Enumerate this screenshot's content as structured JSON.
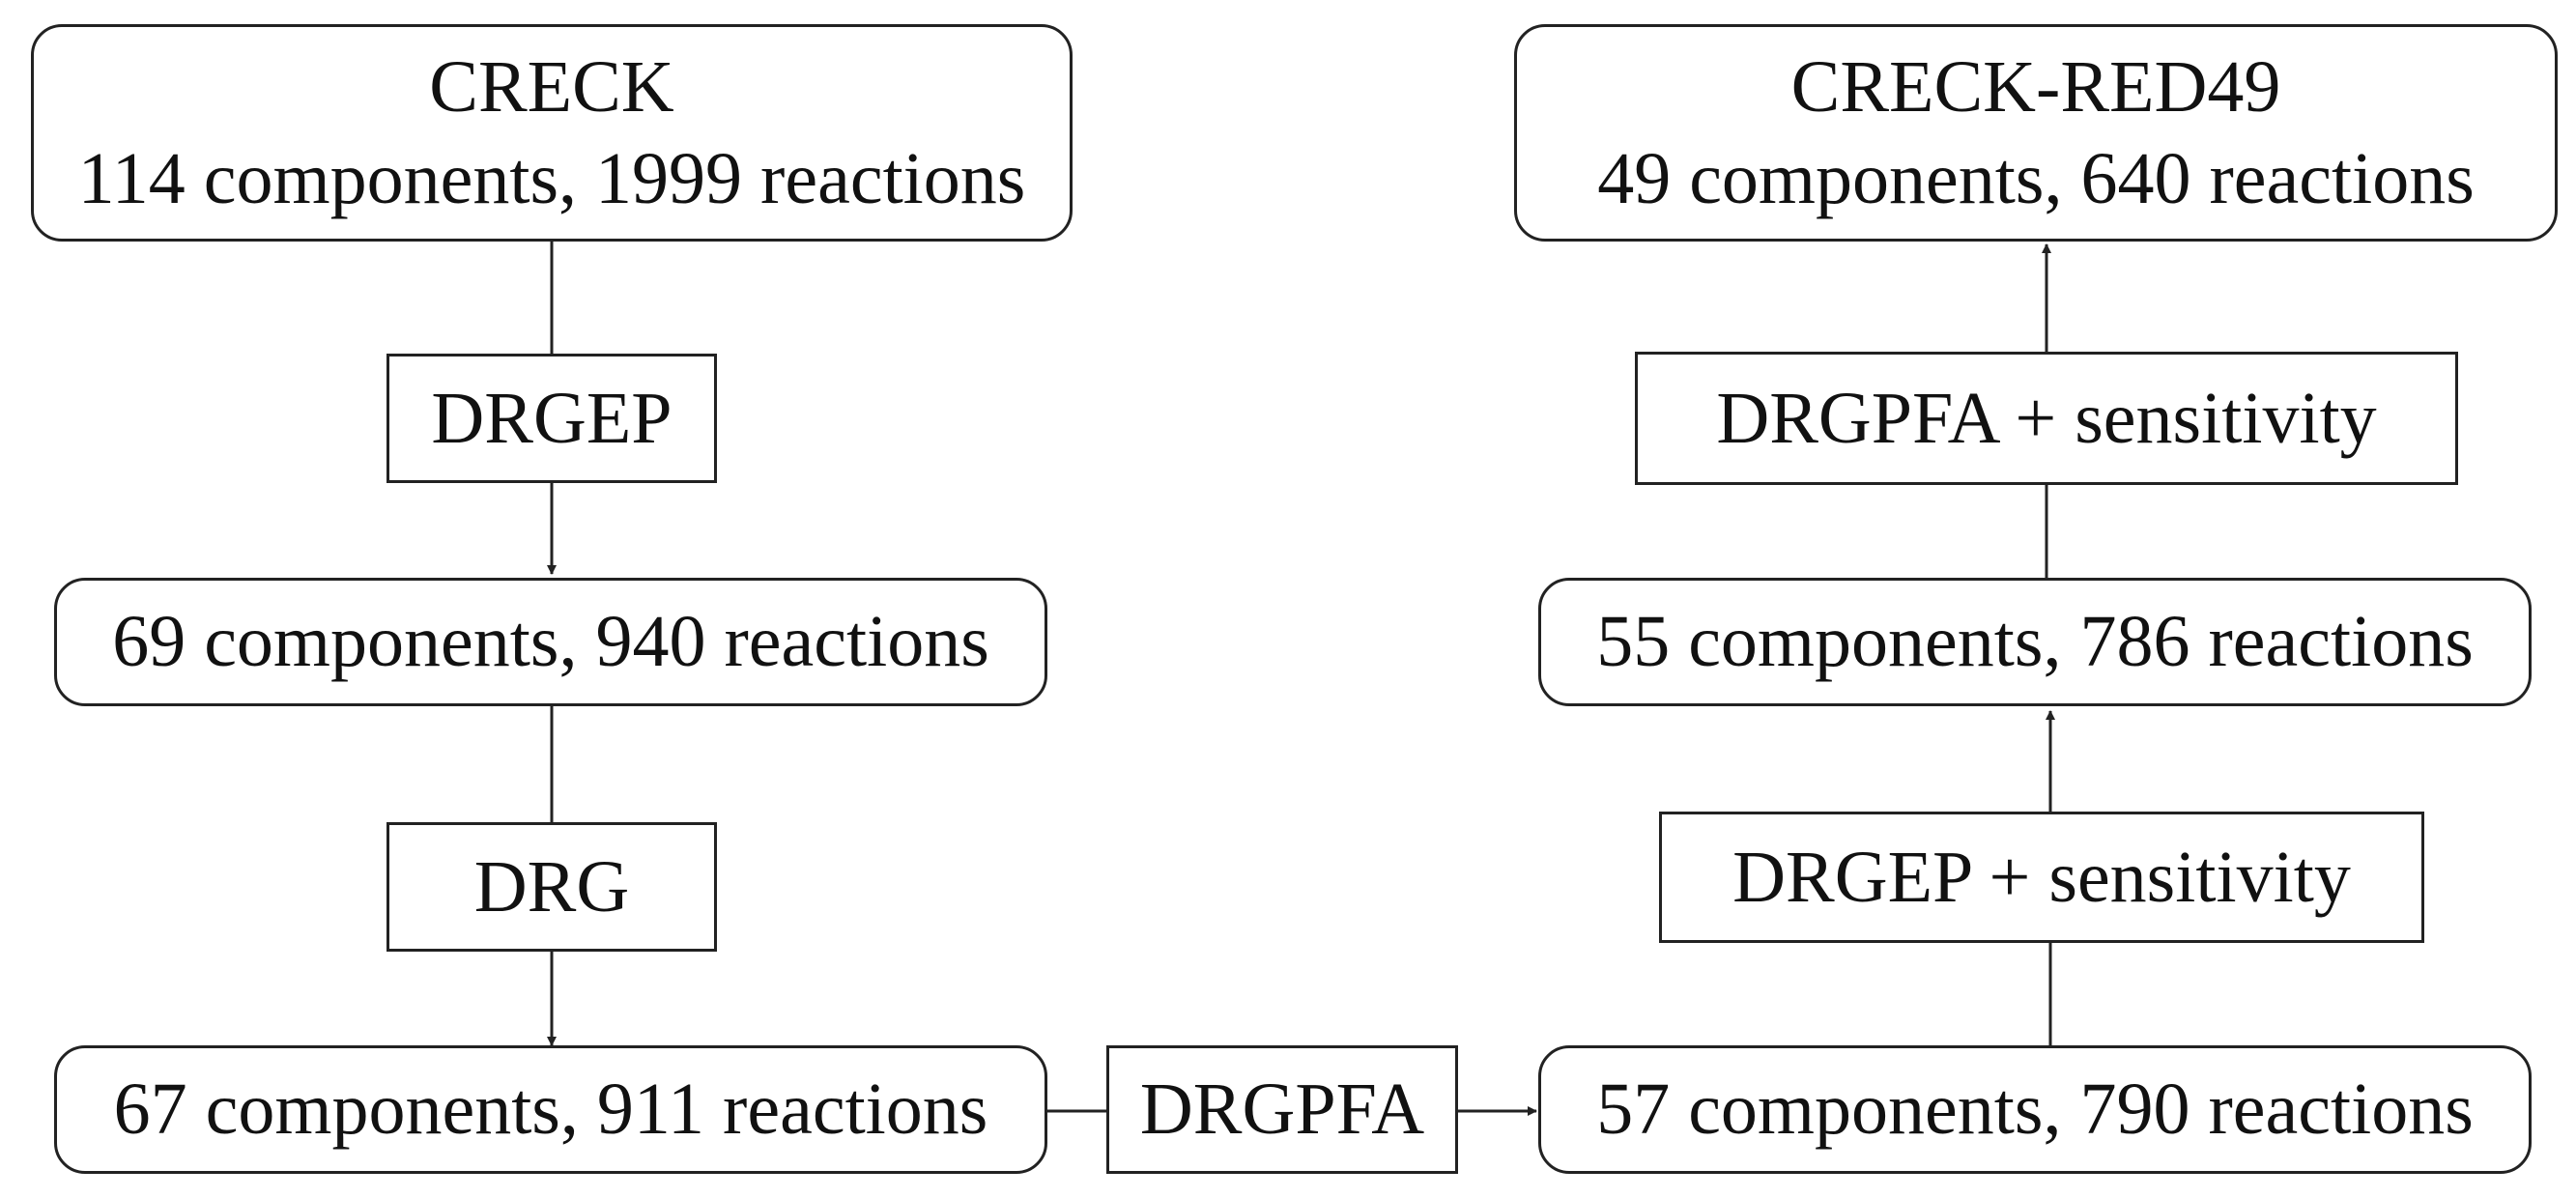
{
  "diagram": {
    "nodes": {
      "creck": {
        "title": "CRECK",
        "stats": "114 components, 1999 reactions"
      },
      "red49": {
        "title": "CRECK-RED49",
        "stats": "49 components, 640 reactions"
      },
      "n69": {
        "stats": "69 components, 940 reactions"
      },
      "n67": {
        "stats": "67 components, 911 reactions"
      },
      "n57": {
        "stats": "57 components, 790 reactions"
      },
      "n55": {
        "stats": "55 components, 786 reactions"
      }
    },
    "methods": {
      "drgep": "DRGEP",
      "drg": "DRG",
      "drgpfa": "DRGPFA",
      "drgep_sens": "DRGEP + sensitivity",
      "drgpfa_sens": "DRGPFA + sensitivity"
    },
    "colors": {
      "stroke": "#222222",
      "text": "#111111",
      "background": "#ffffff"
    }
  }
}
